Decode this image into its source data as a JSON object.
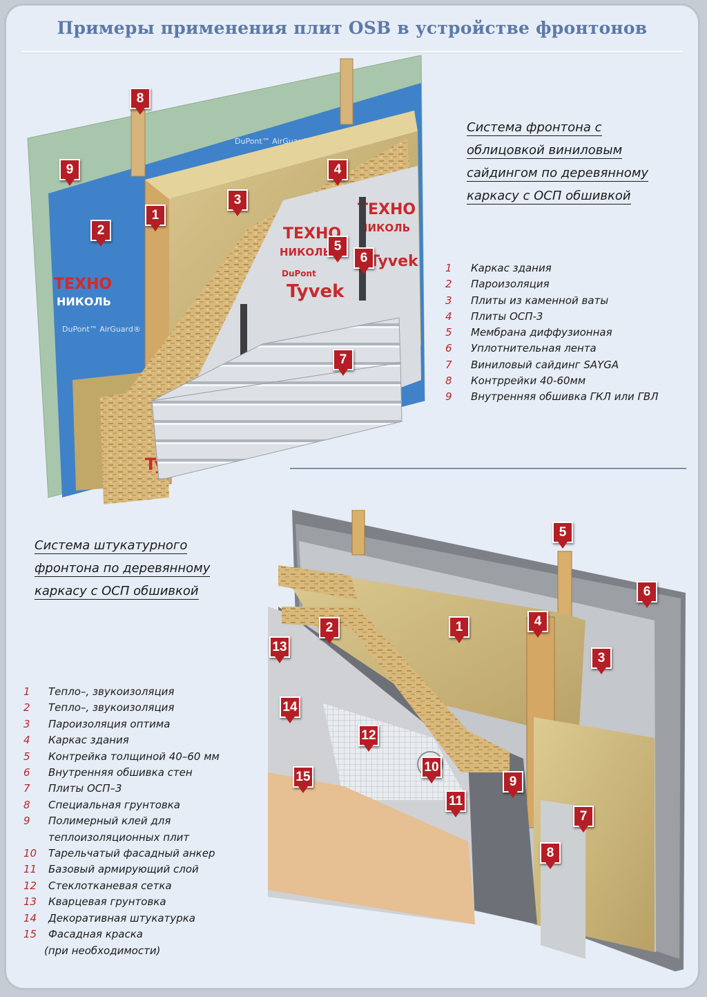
{
  "title": "Примеры применения плит OSB в устройстве фронтонов",
  "top_section": {
    "caption_lines": [
      "Система фронтона с",
      "облицовкой виниловым",
      "сайдингом по деревянному",
      "каркасу с ОСП обшивкой"
    ],
    "legend": [
      {
        "num": "1",
        "text": "Каркас здания"
      },
      {
        "num": "2",
        "text": "Пароизоляция"
      },
      {
        "num": "3",
        "text": "Плиты из каменной ваты"
      },
      {
        "num": "4",
        "text": "Плиты ОСП-3"
      },
      {
        "num": "5",
        "text": "Мембрана диффузионная"
      },
      {
        "num": "6",
        "text": "Уплотнительная лента"
      },
      {
        "num": "7",
        "text": "Виниловый сайдинг SAYGA"
      },
      {
        "num": "8",
        "text": "Контррейки 40-60мм"
      },
      {
        "num": "9",
        "text": "Внутренняя обшивка ГКЛ или ГВЛ"
      }
    ],
    "markers": [
      "8",
      "9",
      "4",
      "3",
      "1",
      "2",
      "5",
      "6",
      "7"
    ],
    "brand_texts": {
      "techno": "ТЕХНО",
      "nikol": "НИКОЛЬ",
      "tyvek": "Tyvek",
      "dupont": "DuPont",
      "airguard": "DuPont™ AirGuard®"
    }
  },
  "bottom_section": {
    "caption_lines": [
      "Система штукатурного",
      "фронтона по деревянному",
      "каркасу с ОСП обшивкой"
    ],
    "legend": [
      {
        "num": "1",
        "text": "Тепло–, звукоизоляция"
      },
      {
        "num": "2",
        "text": "Тепло–, звукоизоляция"
      },
      {
        "num": "3",
        "text": "Пароизоляция оптима"
      },
      {
        "num": "4",
        "text": "Каркас здания"
      },
      {
        "num": "5",
        "text": "Контрейка толщиной 40–60 мм"
      },
      {
        "num": "6",
        "text": "Внутренняя обшивка стен"
      },
      {
        "num": "7",
        "text": "Плиты ОСП–3"
      },
      {
        "num": "8",
        "text": "Специальная грунтовка"
      },
      {
        "num": "9",
        "text": "Полимерный клей для"
      },
      {
        "num": "",
        "text": "теплоизоляционных плит"
      },
      {
        "num": "10",
        "text": "Тарельчатый фасадный анкер"
      },
      {
        "num": "11",
        "text": "Базовый армирующий слой"
      },
      {
        "num": "12",
        "text": "Стеклотканевая сетка"
      },
      {
        "num": "13",
        "text": "Кварцевая грунтовка"
      },
      {
        "num": "14",
        "text": "Декоративная штукатурка"
      },
      {
        "num": "15",
        "text": "Фасадная краска"
      },
      {
        "num": "",
        "text": "(при необходимости)"
      }
    ],
    "markers": [
      "5",
      "6",
      "1",
      "2",
      "4",
      "13",
      "3",
      "14",
      "12",
      "10",
      "9",
      "15",
      "11",
      "7",
      "8"
    ]
  },
  "colors": {
    "title": "#5c7aa8",
    "marker": "#b51e25",
    "legend_number": "#b8272c",
    "wool": "#c9b37a",
    "osb": "#d6b77a",
    "membrane_blue": "#3f82c9",
    "drywall_green": "#a9c7ad",
    "siding": "#d9dde2",
    "stucco_grey": "#9a9ea3",
    "paint_peach": "#e9c39a"
  }
}
